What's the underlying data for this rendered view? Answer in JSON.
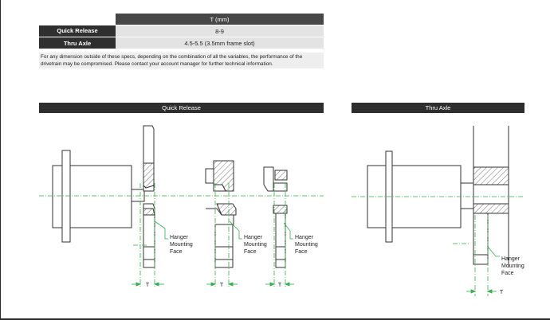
{
  "spec_table": {
    "column_header": "T (mm)",
    "rows": [
      {
        "label": "Quick Release",
        "value": "8-9"
      },
      {
        "label": "Thru Axle",
        "value": "4.5-5.5 (3.5mm frame slot)"
      }
    ],
    "note": "For any dimension outside of these specs, depending on the combination of all the variables, the performance of the drivetrain may be compromised. Please contact your account manager for further technical information."
  },
  "sections": {
    "quick_release": "Quick Release",
    "thru_axle": "Thru Axle"
  },
  "labels": {
    "hanger_line1": "Hanger",
    "hanger_line2": "Mounting",
    "hanger_line3": "Face",
    "dimension": "T"
  },
  "colors": {
    "bar_dark": "#2e2e2e",
    "centerline_green": "#2fb34a",
    "hatch": "#333333"
  }
}
